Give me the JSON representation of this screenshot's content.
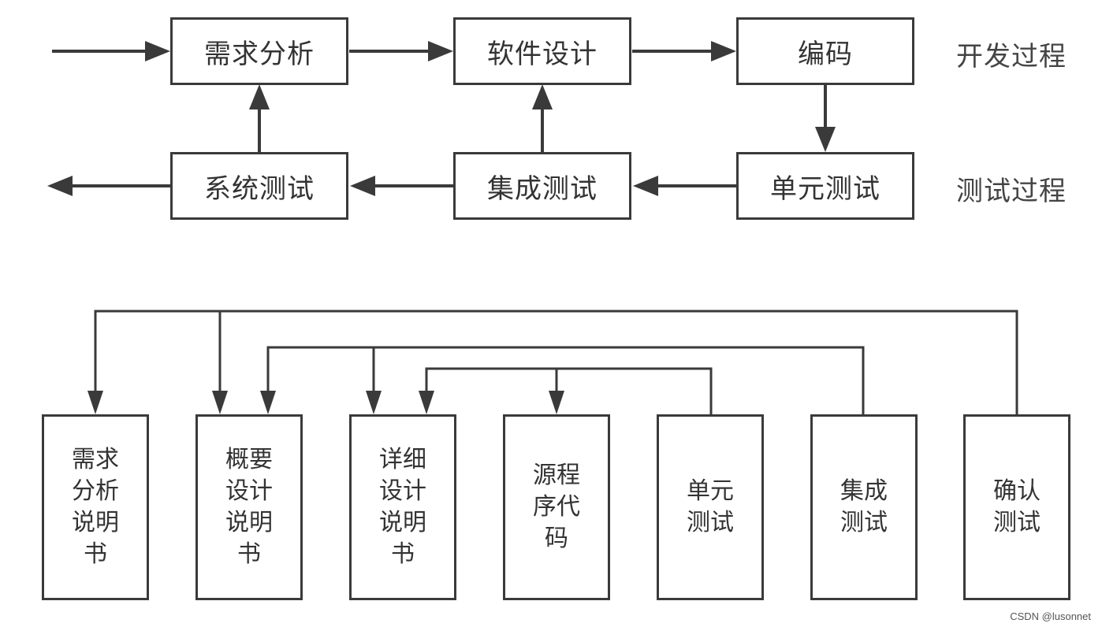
{
  "process": {
    "development_label": "开发过程",
    "testing_label": "测试过程",
    "dev_steps": [
      "需求分析",
      "软件设计",
      "编码"
    ],
    "test_steps": [
      "系统测试",
      "集成测试",
      "单元测试"
    ]
  },
  "artifacts": [
    "需求分析说明书",
    "概要设计说明书",
    "详细设计说明书",
    "源程序代码",
    "单元测试",
    "集成测试",
    "确认测试"
  ],
  "watermark": "CSDN @lusonnet",
  "colors": {
    "line": "#3a3a3a",
    "text": "#333333",
    "background": "#ffffff"
  }
}
